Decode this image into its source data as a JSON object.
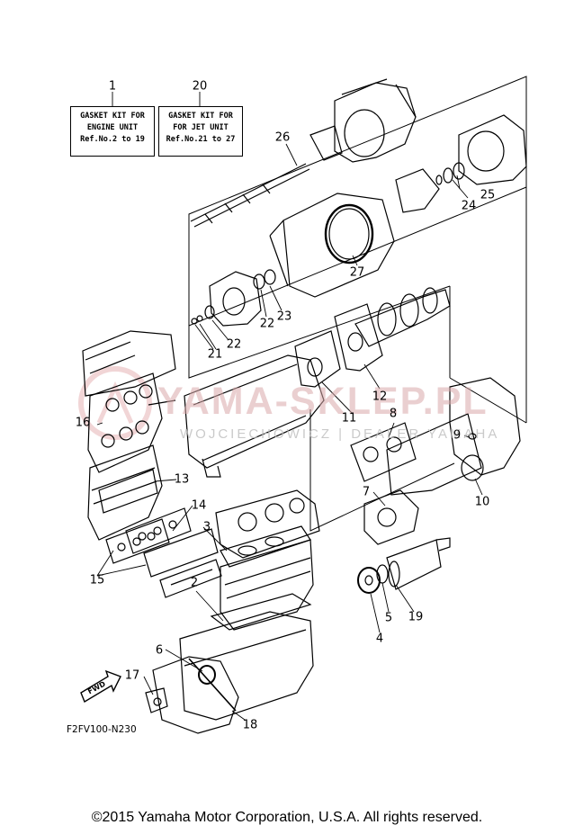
{
  "kits": [
    {
      "ref": "1",
      "lines": [
        "GASKET KIT FOR",
        "ENGINE UNIT",
        "Ref.No.2 to 19"
      ]
    },
    {
      "ref": "20",
      "lines": [
        "GASKET KIT FOR",
        "FOR JET UNIT",
        "Ref.No.21 to 27"
      ]
    }
  ],
  "callouts": [
    "26",
    "25",
    "24",
    "27",
    "22",
    "23",
    "22",
    "21",
    "12",
    "16",
    "11",
    "8",
    "9",
    "13",
    "7",
    "10",
    "14",
    "3",
    "15",
    "2",
    "5",
    "19",
    "4",
    "6",
    "17",
    "18"
  ],
  "forward_marker": "FWD",
  "diagram_code": "F2FV100-N230",
  "watermark": {
    "main": "YAMA-SKLEP.PL",
    "sub": "WOJCIECHOWICZ | DEALER YAMAHA"
  },
  "copyright": "©2015 Yamaha Motor Corporation, U.S.A. All rights reserved."
}
